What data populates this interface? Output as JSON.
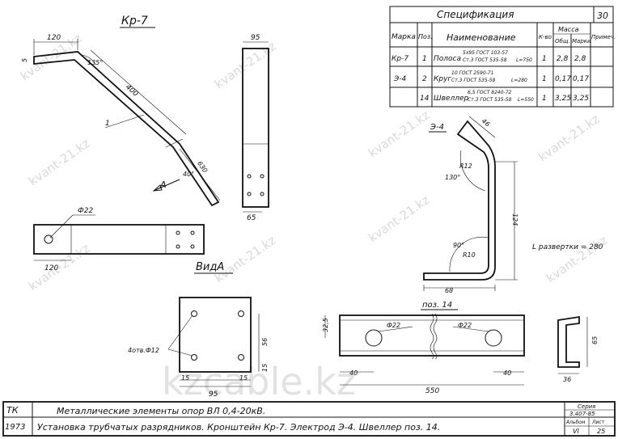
{
  "drawing": {
    "title_kp7": "Кр-7",
    "dims_kp7": {
      "d120": "120",
      "d5": "5",
      "ang135": "135°",
      "d400": "400",
      "d630": "630",
      "ang40": "40°",
      "leader1": "1",
      "arrowA": "A"
    },
    "side_dims": {
      "d95": "95",
      "d65": "65"
    },
    "plan_dims": {
      "phi22": "Ф22",
      "d120": "120",
      "vidA": "ВидА"
    },
    "view_a": {
      "holes": "4отв.Ф12",
      "d95": "95",
      "d15a": "15",
      "d15b": "15",
      "d56": "56",
      "d15c": "15"
    },
    "e4": {
      "label": "Э-4",
      "d46": "46",
      "r12": "R12",
      "ang130": "130°",
      "d124": "124",
      "ang90": "90°",
      "r10": "R10",
      "d68": "68",
      "unfold": "L развертки = 280"
    },
    "poz14": {
      "label": "поз. 14",
      "phi22a": "Ф22",
      "phi22b": "Ф22",
      "d325": "32,5",
      "d40a": "40",
      "d40b": "40",
      "d550": "550",
      "d65": "65",
      "d36": "36"
    }
  },
  "spec": {
    "title": "Спецификация",
    "sheet_no": "30",
    "headers": {
      "marka": "Марка",
      "poz": "Поз.",
      "name": "Наименование",
      "qty": "К-во",
      "mass": "Масса",
      "mass_total": "Общ.",
      "mass_marka": "Марки",
      "note": "Примеч."
    },
    "rows": [
      {
        "marka": "Кр-7",
        "poz": "1",
        "name_a": "Полоса",
        "name_b1": "5х95 ГОСТ 103-57",
        "name_b2": "Ст.3 ГОСТ 535-58",
        "len": "L=750",
        "qty": "1",
        "mt": "2,8",
        "mm": "2,8"
      },
      {
        "marka": "Э-4",
        "poz": "2",
        "name_a": "Круг",
        "name_b1": "10 ГОСТ 2590-71",
        "name_b2": "Ст.3 ГОСТ 535-58",
        "len": "L=280",
        "qty": "1",
        "mt": "0,17",
        "mm": "0,17"
      },
      {
        "marka": "",
        "poz": "14",
        "name_a": "Швеллер",
        "name_b1": "6,5 ГОСТ 8240-72",
        "name_b2": "Ст.3 ГОСТ 535-58",
        "len": "L=550",
        "qty": "1",
        "mt": "3,25",
        "mm": "3,25"
      }
    ]
  },
  "footer": {
    "tk": "ТК",
    "year": "1973",
    "line1": "Металлические элементы опор ВЛ 0,4-20кВ.",
    "line2": "Установка трубчатых разрядников. Кронштейн Кр-7. Электрод Э-4. Швеллер поз. 14.",
    "series_label": "Серия",
    "series": "3.407-85",
    "album_label": "Альбом",
    "album": "VI",
    "list_label": "Лист",
    "list": "25"
  },
  "watermarks": [
    "kvant-21.kz",
    "kzcable.kz"
  ]
}
